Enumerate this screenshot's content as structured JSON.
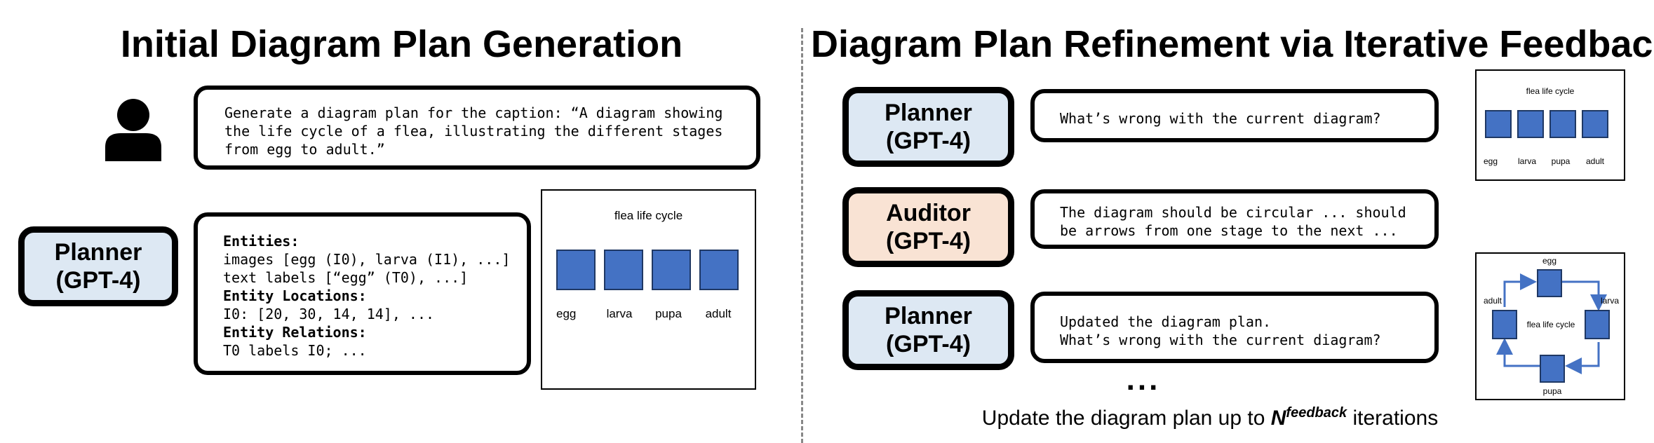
{
  "left": {
    "title": "Initial Diagram Plan Generation",
    "user_icon": "person-icon",
    "prompt_text": "Generate a diagram plan for the caption: “A diagram showing\nthe life cycle of a flea, illustrating the different stages\nfrom egg to adult.”",
    "planner_line1": "Planner",
    "planner_line2": "(GPT-4)",
    "plan": {
      "entities_heading": "Entities:",
      "images_line": "images [egg (I0), larva (I1), ...]",
      "text_labels_line": "text labels [“egg” (T0), ...]",
      "locations_heading": "Entity Locations:",
      "locations_line": "I0: [20, 30, 14, 14], ...",
      "relations_heading": "Entity Relations:",
      "relations_line": "T0 labels I0; ..."
    },
    "diagram": {
      "title": "flea life cycle",
      "stages": [
        "egg",
        "larva",
        "pupa",
        "adult"
      ],
      "color": "#4472c4"
    }
  },
  "right": {
    "title": "Diagram Plan Refinement via Iterative Feedback",
    "rows": [
      {
        "agent_line1": "Planner",
        "agent_line2": "(GPT-4)",
        "message": "What’s wrong with the current diagram?",
        "color": "#dde8f3"
      },
      {
        "agent_line1": "Auditor",
        "agent_line2": "(GPT-4)",
        "message": "The diagram should be circular ... should\nbe arrows from one stage to the next ...",
        "color": "#f9e3d4"
      },
      {
        "agent_line1": "Planner",
        "agent_line2": "(GPT-4)",
        "message": "Updated the diagram plan.\nWhat’s wrong with the current diagram?",
        "color": "#dde8f3"
      }
    ],
    "ellipsis": "...",
    "footer_prefix": "Update the diagram plan up to ",
    "footer_var": "N",
    "footer_sup": "feedback",
    "footer_suffix": " iterations",
    "diagram_linear": {
      "title": "flea life cycle",
      "stages": [
        "egg",
        "larva",
        "pupa",
        "adult"
      ]
    },
    "diagram_circular": {
      "title": "flea life cycle",
      "stages": [
        "egg",
        "larva",
        "pupa",
        "adult"
      ]
    }
  }
}
